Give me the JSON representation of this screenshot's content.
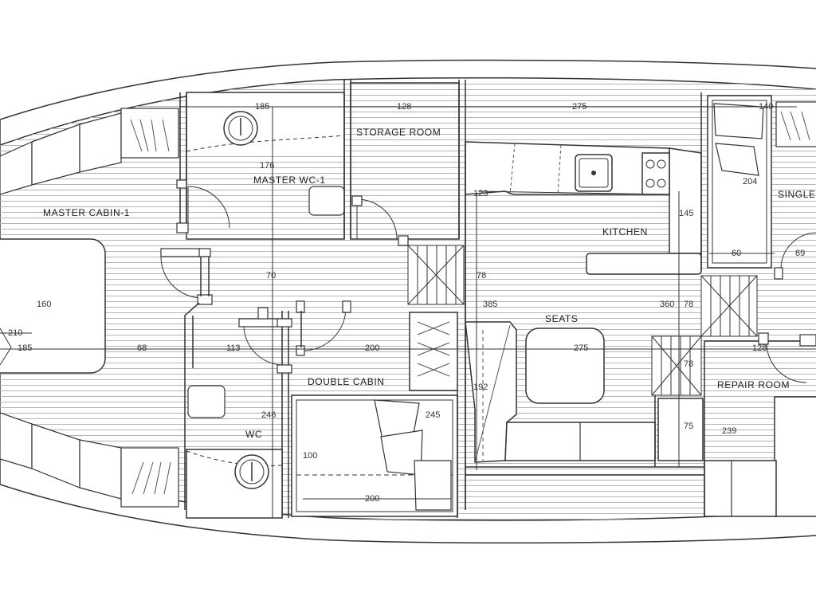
{
  "rooms": {
    "master_cabin": "MASTER CABIN-1",
    "master_wc": "MASTER WC-1",
    "storage_room": "STORAGE ROOM",
    "kitchen": "KITCHEN",
    "single_cabin": "SINGLE",
    "seats": "SEATS",
    "double_cabin": "DOUBLE CABIN",
    "wc": "WC",
    "repair_room": "REPAIR ROOM"
  },
  "dimensions": {
    "d185_top": "185",
    "d128_top": "128",
    "d275_top": "275",
    "d140": "140",
    "d176": "176",
    "d123": "123",
    "d145": "145",
    "d204": "204",
    "d60": "60",
    "d69": "69",
    "d160": "160",
    "d70_a": "70",
    "d78_a": "78",
    "d385": "385",
    "d360": "360",
    "d78_b": "78",
    "d210": "210",
    "d185_left": "185",
    "d68": "68",
    "d113": "113",
    "d200_mid": "200",
    "d275_mid": "275",
    "d128_right": "128",
    "d78_c": "78",
    "d192": "192",
    "d246": "246",
    "d245": "245",
    "d100": "100",
    "d200_bed": "200",
    "d75": "75",
    "d239": "239"
  }
}
